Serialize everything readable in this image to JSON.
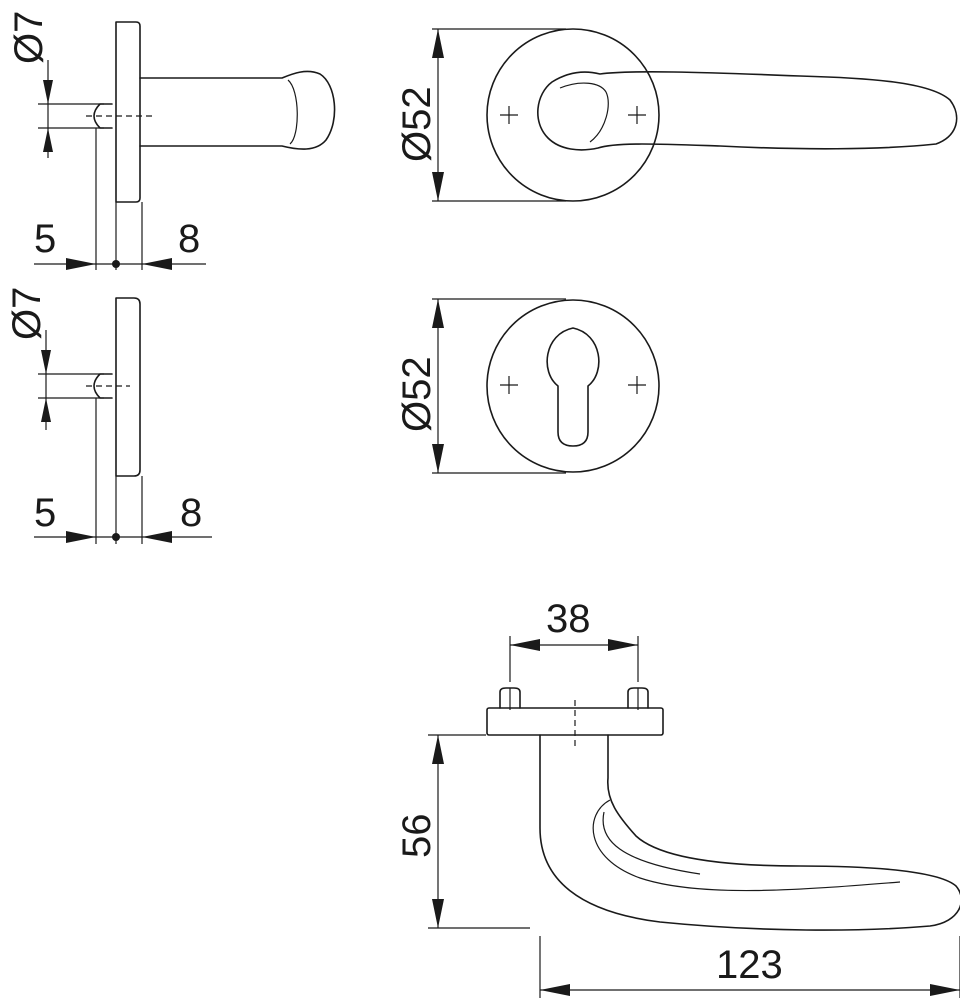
{
  "dimensions": {
    "side_top": {
      "bore": "Ø7",
      "left": "5",
      "right": "8"
    },
    "side_bottom": {
      "bore": "Ø7",
      "left": "5",
      "right": "8"
    },
    "front_lever_rose": {
      "diameter": "Ø52"
    },
    "front_key_escutcheon": {
      "diameter": "Ø52"
    },
    "lever_profile": {
      "spacing": "38",
      "height": "56",
      "length": "123"
    }
  },
  "colors": {
    "line": "#1a1a1a",
    "background": "#ffffff"
  }
}
